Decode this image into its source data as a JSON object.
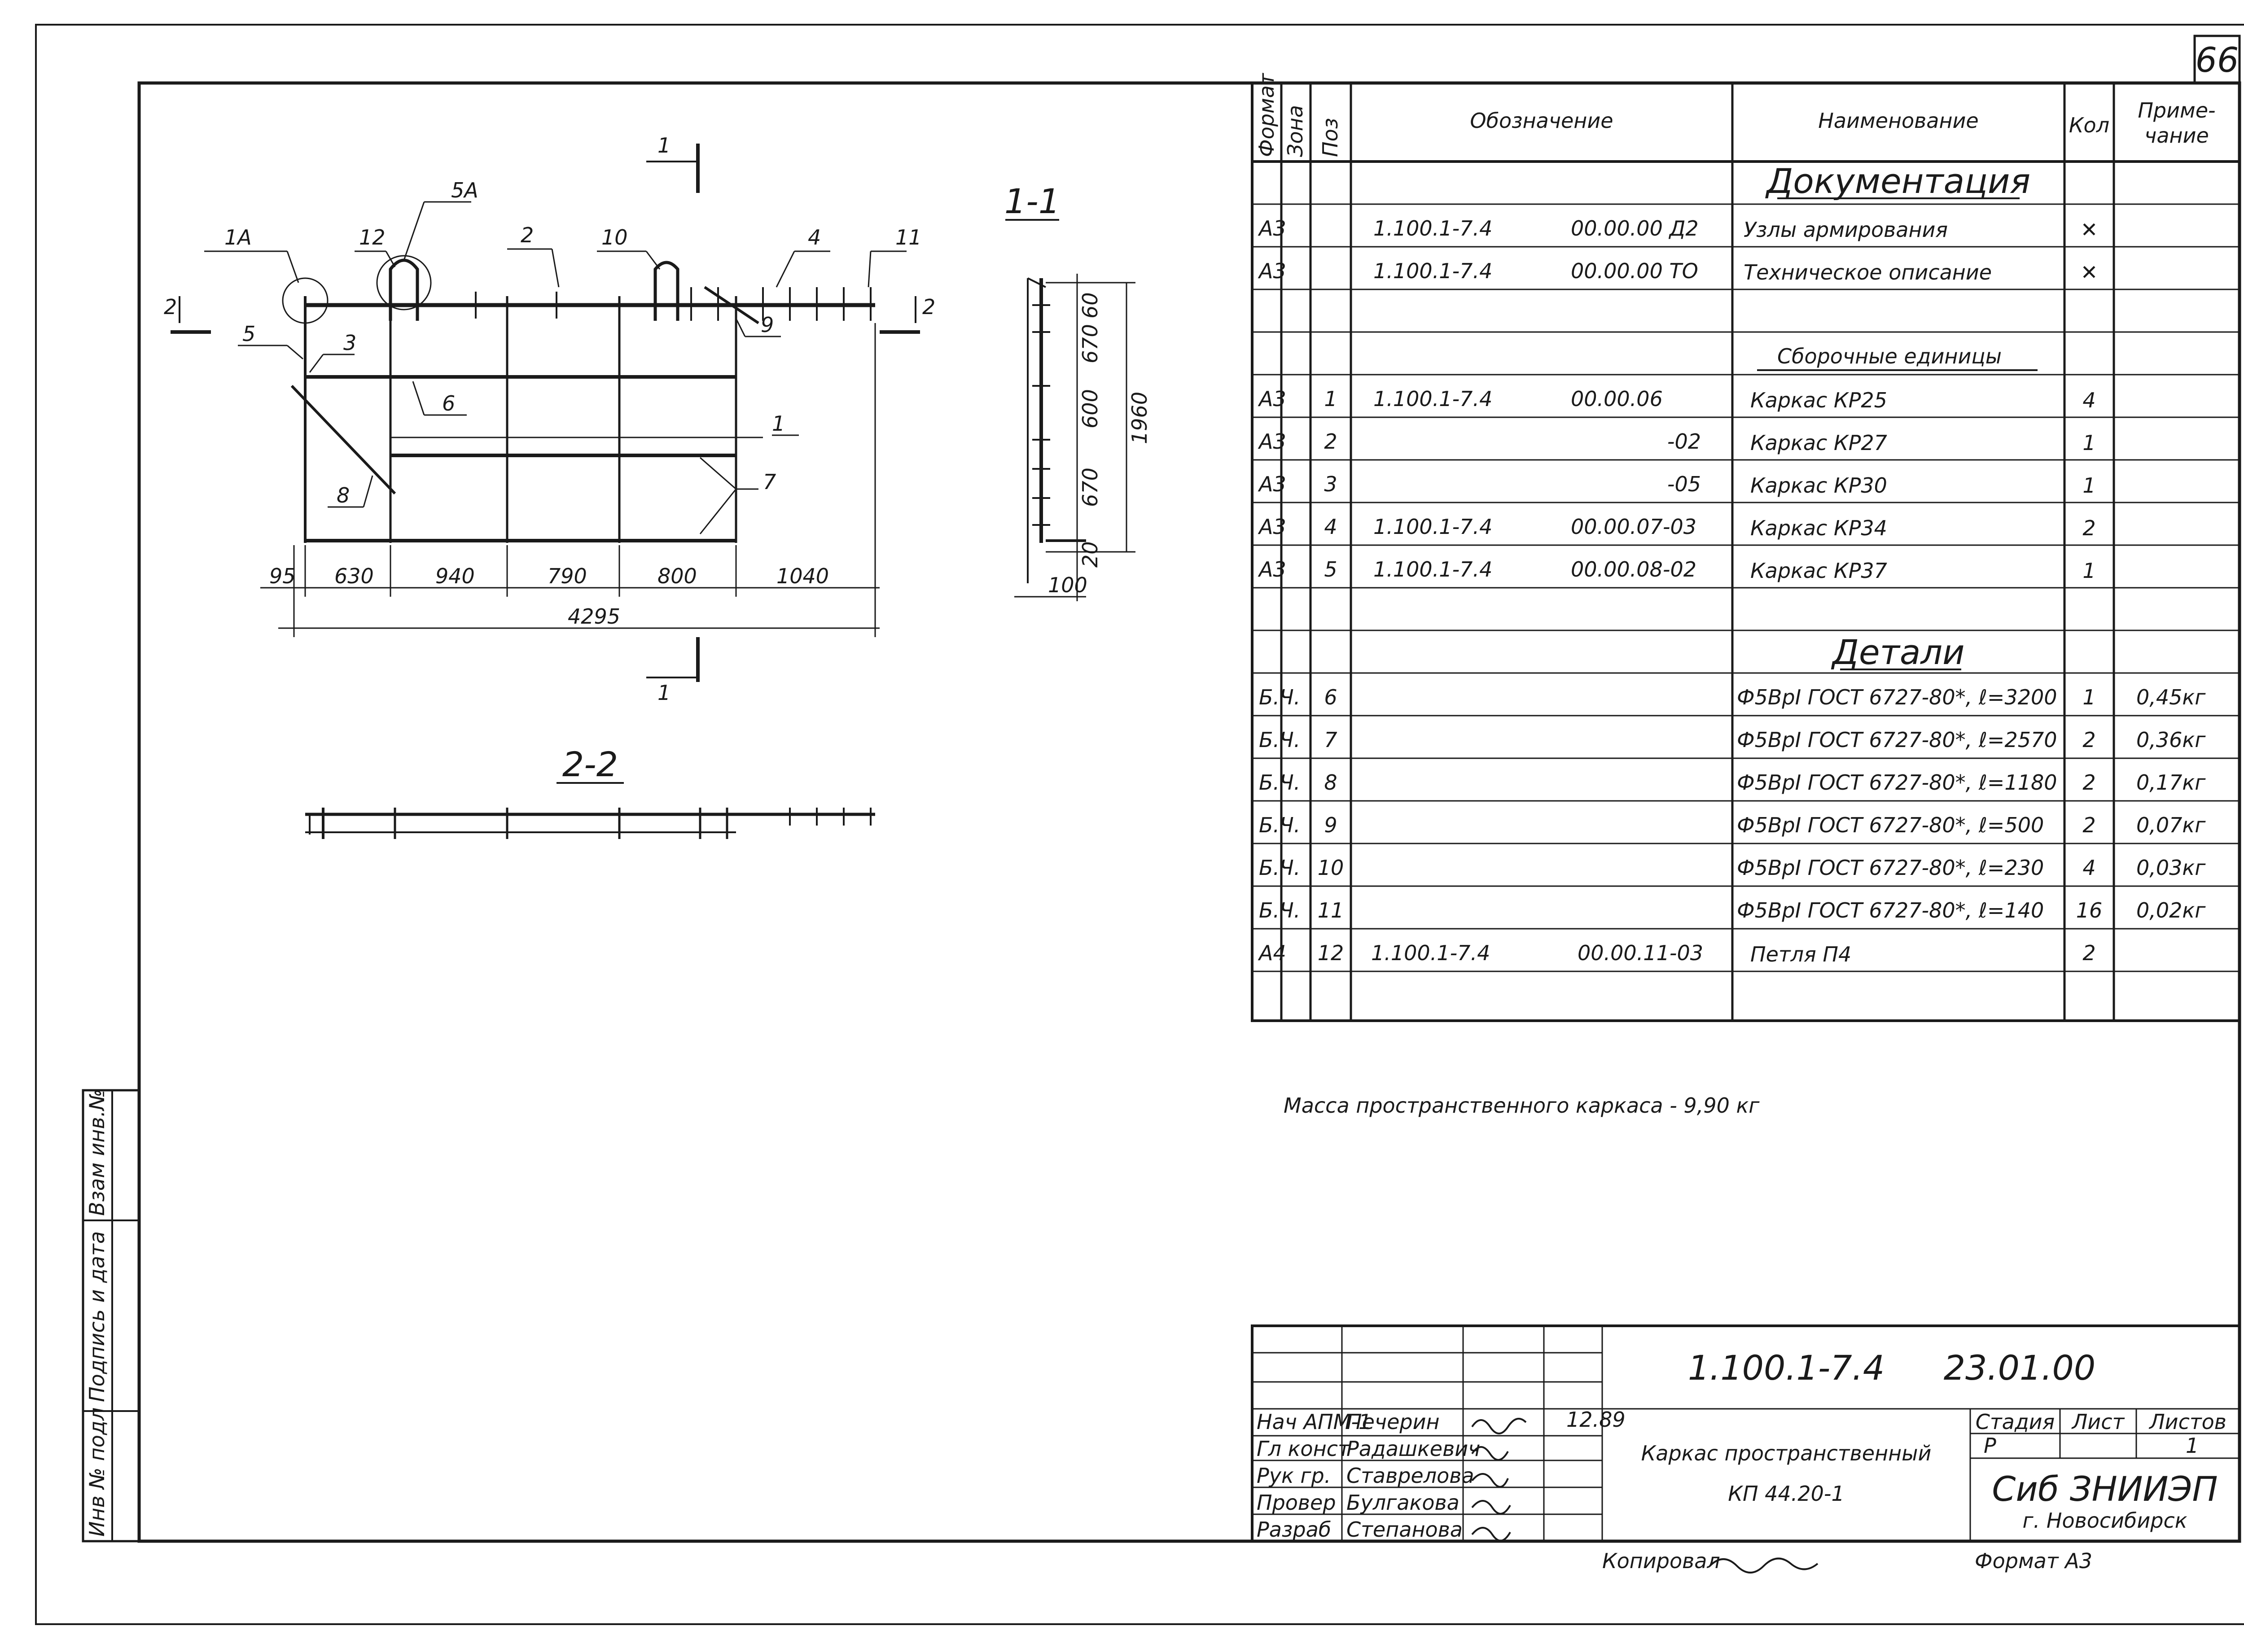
{
  "sheet_number": "66",
  "spec_table": {
    "headers": {
      "format": "Формат",
      "zone": "Зона",
      "pos": "Поз",
      "designation": "Обозначение",
      "name": "Наименование",
      "qty": "Кол",
      "note": "Приме-\nчание"
    },
    "sections": {
      "documentation": "Документация",
      "assemblies": "Сборочные единицы",
      "details": "Детали"
    },
    "doc_rows": [
      {
        "format": "А3",
        "designation": "1.100.1-7.4",
        "designation2": "00.00.00 Д2",
        "name": "Узлы армирования",
        "qty": "✕"
      },
      {
        "format": "А3",
        "designation": "1.100.1-7.4",
        "designation2": "00.00.00 ТО",
        "name": "Техническое описание",
        "qty": "✕"
      }
    ],
    "assembly_rows": [
      {
        "format": "А3",
        "pos": "1",
        "designation": "1.100.1-7.4",
        "designation2": "00.00.06",
        "name": "Каркас   КР25",
        "qty": "4"
      },
      {
        "format": "А3",
        "pos": "2",
        "designation": "",
        "designation2": "-02",
        "name": "Каркас   КР27",
        "qty": "1"
      },
      {
        "format": "А3",
        "pos": "3",
        "designation": "",
        "designation2": "-05",
        "name": "Каркас   КР30",
        "qty": "1"
      },
      {
        "format": "А3",
        "pos": "4",
        "designation": "1.100.1-7.4",
        "designation2": "00.00.07-03",
        "name": "Каркас   КР34",
        "qty": "2"
      },
      {
        "format": "А3",
        "pos": "5",
        "designation": "1.100.1-7.4",
        "designation2": "00.00.08-02",
        "name": "Каркас   КР37",
        "qty": "1"
      }
    ],
    "detail_rows": [
      {
        "format": "Б.Ч.",
        "pos": "6",
        "name": "Ф5ВрI  ГОСТ 6727-80*, ℓ=3200",
        "qty": "1",
        "note": "0,45кг"
      },
      {
        "format": "Б.Ч.",
        "pos": "7",
        "name": "Ф5ВрI  ГОСТ 6727-80*, ℓ=2570",
        "qty": "2",
        "note": "0,36кг"
      },
      {
        "format": "Б.Ч.",
        "pos": "8",
        "name": "Ф5ВрI  ГОСТ 6727-80*, ℓ=1180",
        "qty": "2",
        "note": "0,17кг"
      },
      {
        "format": "Б.Ч.",
        "pos": "9",
        "name": "Ф5ВрI  ГОСТ 6727-80*, ℓ=500",
        "qty": "2",
        "note": "0,07кг"
      },
      {
        "format": "Б.Ч.",
        "pos": "10",
        "name": "Ф5ВрI  ГОСТ 6727-80*, ℓ=230",
        "qty": "4",
        "note": "0,03кг"
      },
      {
        "format": "Б.Ч.",
        "pos": "11",
        "name": "Ф5ВрI  ГОСТ 6727-80*, ℓ=140",
        "qty": "16",
        "note": "0,02кг"
      },
      {
        "format": "А4",
        "pos": "12",
        "designation": "1.100.1-7.4",
        "designation2": "00.00.11-03",
        "name": "Петля   П4",
        "qty": "2",
        "note": ""
      }
    ]
  },
  "mass_note": "Масса  пространственного  каркаса - 9,90 кг",
  "drawing": {
    "section_1_1": "1-1",
    "section_2_2": "2-2",
    "cut_1": "1",
    "cut_2": "2",
    "callouts": [
      "1А",
      "12",
      "5А",
      "2",
      "10",
      "4",
      "11",
      "5",
      "3",
      "6",
      "9",
      "1",
      "7",
      "8"
    ],
    "plan_dims": [
      "95",
      "630",
      "940",
      "790",
      "800",
      "1040"
    ],
    "plan_total": "4295",
    "section_dims": [
      "60",
      "670",
      "600",
      "670",
      "20"
    ],
    "section_total": "1960",
    "section_bottom": "100"
  },
  "side_stamps": [
    "Инв № подл",
    "Подпись и дата",
    "Взам инв.№"
  ],
  "title_block": {
    "doc_code": "1.100.1-7.4",
    "doc_code2": "23.01.00",
    "title": "Каркас  пространственный",
    "title2": "КП 44.20-1",
    "stage_label": "Стадия",
    "sheet_label": "Лист",
    "sheets_label": "Листов",
    "stage": "Р",
    "sheets": "1",
    "org": "Сиб ЗНИИЭП",
    "city": "г. Новосибирск",
    "date": "12.89",
    "people": [
      {
        "role": "Нач АПМ-1",
        "name": "Печерин"
      },
      {
        "role": "Гл конст",
        "name": "Радашкевич"
      },
      {
        "role": "Рук гр.",
        "name": "Ставрелова"
      },
      {
        "role": "Провер",
        "name": "Булгакова"
      },
      {
        "role": "Разраб",
        "name": "Степанова"
      }
    ],
    "copied": "Копировал",
    "format": "Формат  А3"
  }
}
